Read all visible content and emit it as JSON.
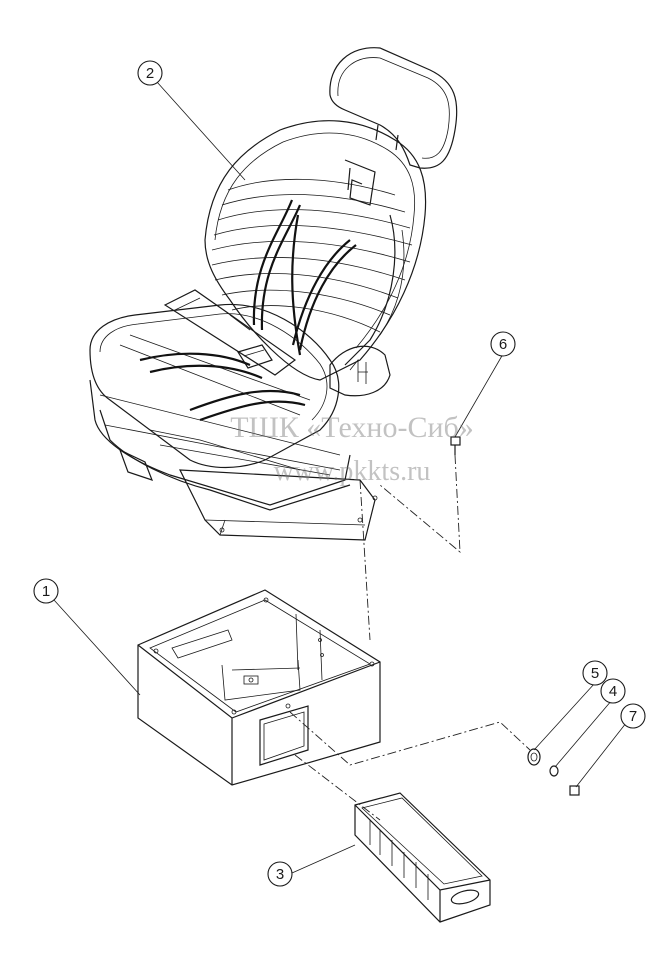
{
  "diagram": {
    "callouts": [
      {
        "id": "c1",
        "label": "1"
      },
      {
        "id": "c2",
        "label": "2"
      },
      {
        "id": "c3",
        "label": "3"
      },
      {
        "id": "c4",
        "label": "4"
      },
      {
        "id": "c5",
        "label": "5"
      },
      {
        "id": "c6",
        "label": "6"
      },
      {
        "id": "c7",
        "label": "7"
      }
    ],
    "watermark": {
      "line1": "ТШК «Техно-Сиб»",
      "line2": "www.pkkts.ru"
    }
  }
}
